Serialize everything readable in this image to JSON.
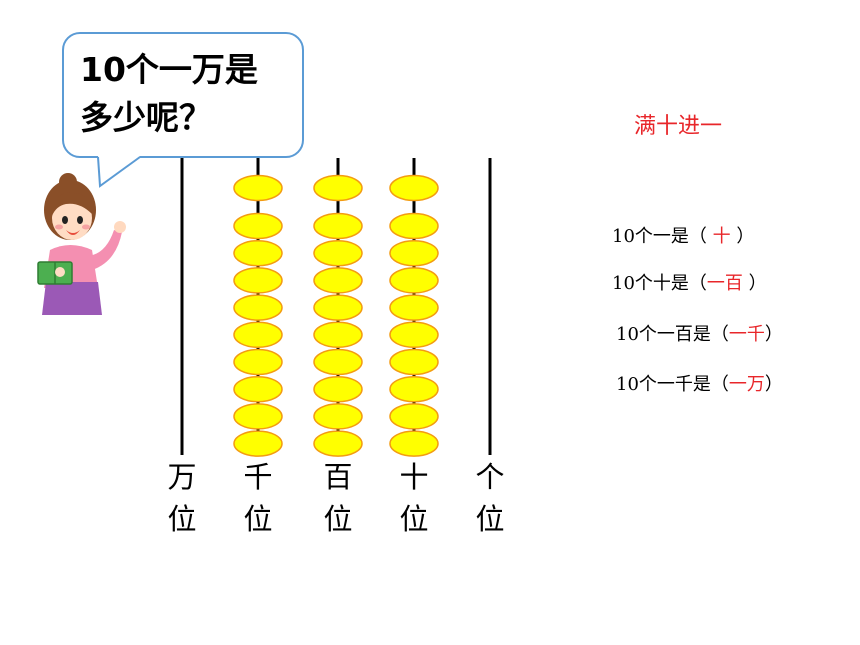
{
  "speech_bubble": {
    "line1": "10个一万是",
    "line2": "多少呢？"
  },
  "rule_title": "满十进一",
  "facts": [
    {
      "prefix": "10个一是（",
      "answer": " 十 ",
      "suffix": "  ）"
    },
    {
      "prefix": "10个十是（",
      "answer": "一百",
      "suffix": " ）"
    },
    {
      "prefix": "10个一百是（",
      "answer": "一千",
      "suffix": "）"
    },
    {
      "prefix": "10个一千是（",
      "answer": "一万",
      "suffix": "）"
    }
  ],
  "places": [
    {
      "name": "万",
      "unit": "位",
      "beads": 0
    },
    {
      "name": "千",
      "unit": "位",
      "beads": 10
    },
    {
      "name": "百",
      "unit": "位",
      "beads": 10
    },
    {
      "name": "十",
      "unit": "位",
      "beads": 10
    },
    {
      "name": "个",
      "unit": "位",
      "beads": 0
    }
  ],
  "colors": {
    "bead_fill": "#ffff00",
    "bead_stroke": "#f39c12",
    "answer": "#e8262a",
    "bubble_border": "#5b9bd5"
  },
  "icons": {
    "teacher": "teacher-illustration"
  }
}
